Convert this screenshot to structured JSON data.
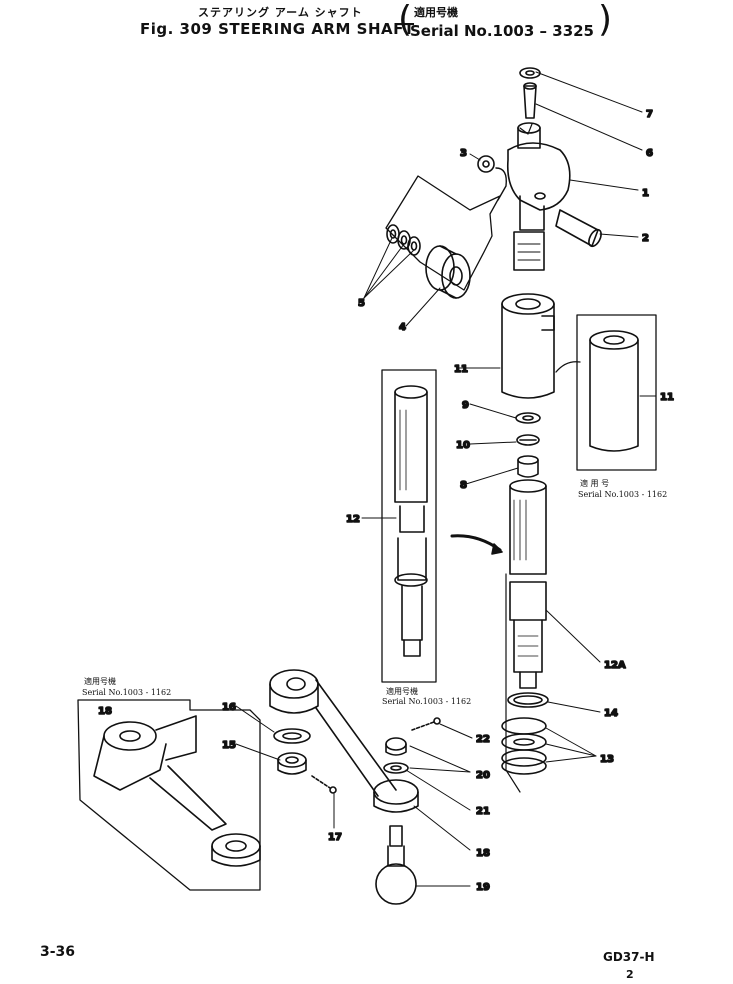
{
  "header": {
    "japanese_title": "ステアリング アーム シャフト",
    "japanese_serial_label": "適用号機",
    "figure_title": "Fig. 309 STEERING ARM SHAFT",
    "serial_range": "Serial No.1003 – 3325"
  },
  "notes": {
    "top_right_jp": "適 用 号",
    "top_right_serial": "Serial No.1003 - 1162",
    "center_jp": "適用号機",
    "center_serial": "Serial No.1003 - 1162",
    "left_jp": "適用号機",
    "left_serial": "Serial No.1003 - 1162"
  },
  "callouts": {
    "c1": "1",
    "c2": "2",
    "c3": "3",
    "c4": "4",
    "c5": "5",
    "c6": "6",
    "c7": "7",
    "c8": "8",
    "c9": "9",
    "c10": "10",
    "c11": "11",
    "c11b": "11",
    "c12": "12",
    "c12a": "12A",
    "c13": "13",
    "c14": "14",
    "c15": "15",
    "c16": "16",
    "c17": "17",
    "c18": "18",
    "c18b": "18",
    "c19": "19",
    "c20": "20",
    "c21": "21",
    "c22": "22"
  },
  "footer": {
    "page_number": "3-36",
    "model_code": "GD37-H",
    "sheet": "2"
  }
}
